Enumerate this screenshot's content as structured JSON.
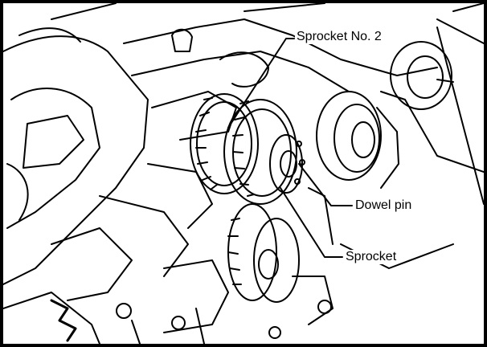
{
  "diagram": {
    "labels": {
      "sprocket_no_2": "Sprocket No. 2",
      "dowel_pin": "Dowel pin",
      "sprocket": "Sprocket"
    }
  }
}
